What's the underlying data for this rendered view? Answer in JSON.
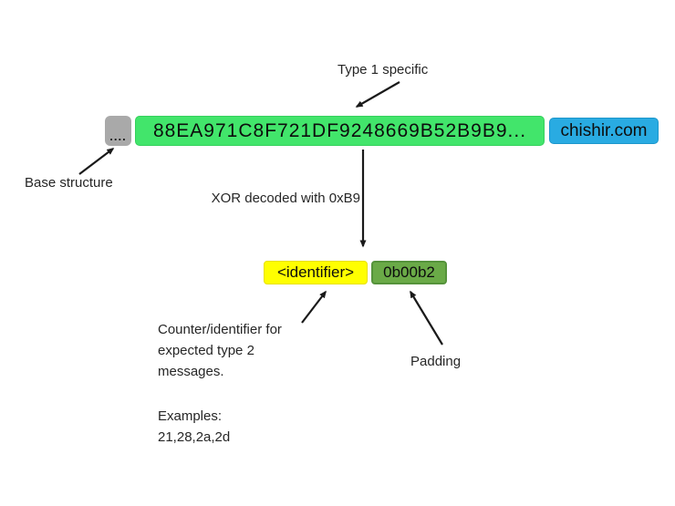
{
  "diagram": {
    "title_context": "Type 1 message structure diagram",
    "labels": {
      "type1": "Type 1 specific",
      "base_structure": "Base structure",
      "xor": "XOR decoded with 0xB9",
      "counter_lines": [
        "Counter/identifier for",
        "expected type 2",
        "messages."
      ],
      "examples_label": "Examples:",
      "examples_value": "21,28,2a,2d",
      "padding": "Padding"
    },
    "boxes": {
      "base_dots": "....",
      "payload_hex": "88EA971C8F721DF9248669B52B9B9...",
      "domain": "chishir.com",
      "identifier": "<identifier>",
      "padding_value": "0b00b2"
    },
    "colors": {
      "base_gray": "#a9a9a9",
      "payload_green": "#42e56b",
      "domain_blue": "#29abe2",
      "identifier_yellow": "#ffff00",
      "padding_olive": "#6aaa47",
      "arrow_black": "#1a1a1a",
      "text": "#262626",
      "background": "#ffffff"
    }
  }
}
